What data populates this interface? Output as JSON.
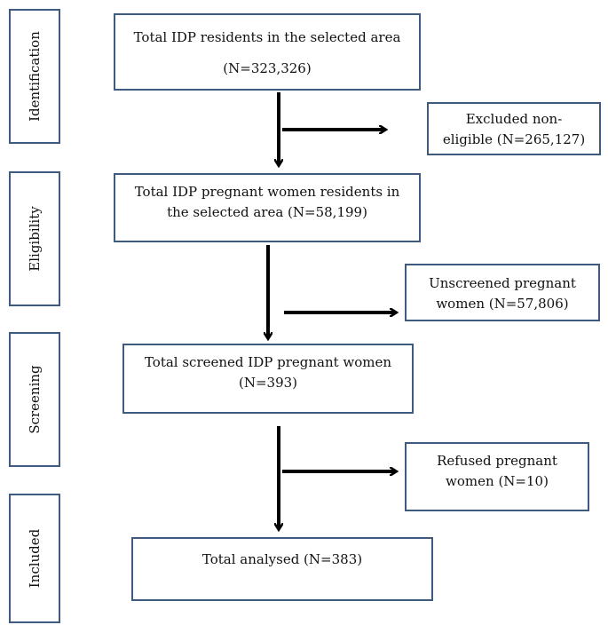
{
  "stages": {
    "identification": "Identification",
    "eligibility": "Eligibility",
    "screening": "Screening",
    "included": "Included"
  },
  "boxes": {
    "total_residents": {
      "line1": "Total IDP residents in the selected area",
      "line2": "(N=323,326)"
    },
    "excluded": {
      "line1": "Excluded non-",
      "line2": "eligible (N=265,127)"
    },
    "pregnant_residents": {
      "line1": "Total IDP pregnant women residents in",
      "line2": "the selected area (N=58,199)"
    },
    "unscreened": {
      "line1": "Unscreened pregnant",
      "line2": "women (N=57,806)"
    },
    "screened": {
      "line1": "Total screened IDP pregnant women",
      "line2": "(N=393)"
    },
    "refused": {
      "line1": "Refused pregnant",
      "line2": "women (N=10)"
    },
    "analysed": {
      "line1": "Total analysed (N=383)"
    }
  },
  "colors": {
    "border": "#3e5a7e",
    "arrow": "#000000"
  }
}
